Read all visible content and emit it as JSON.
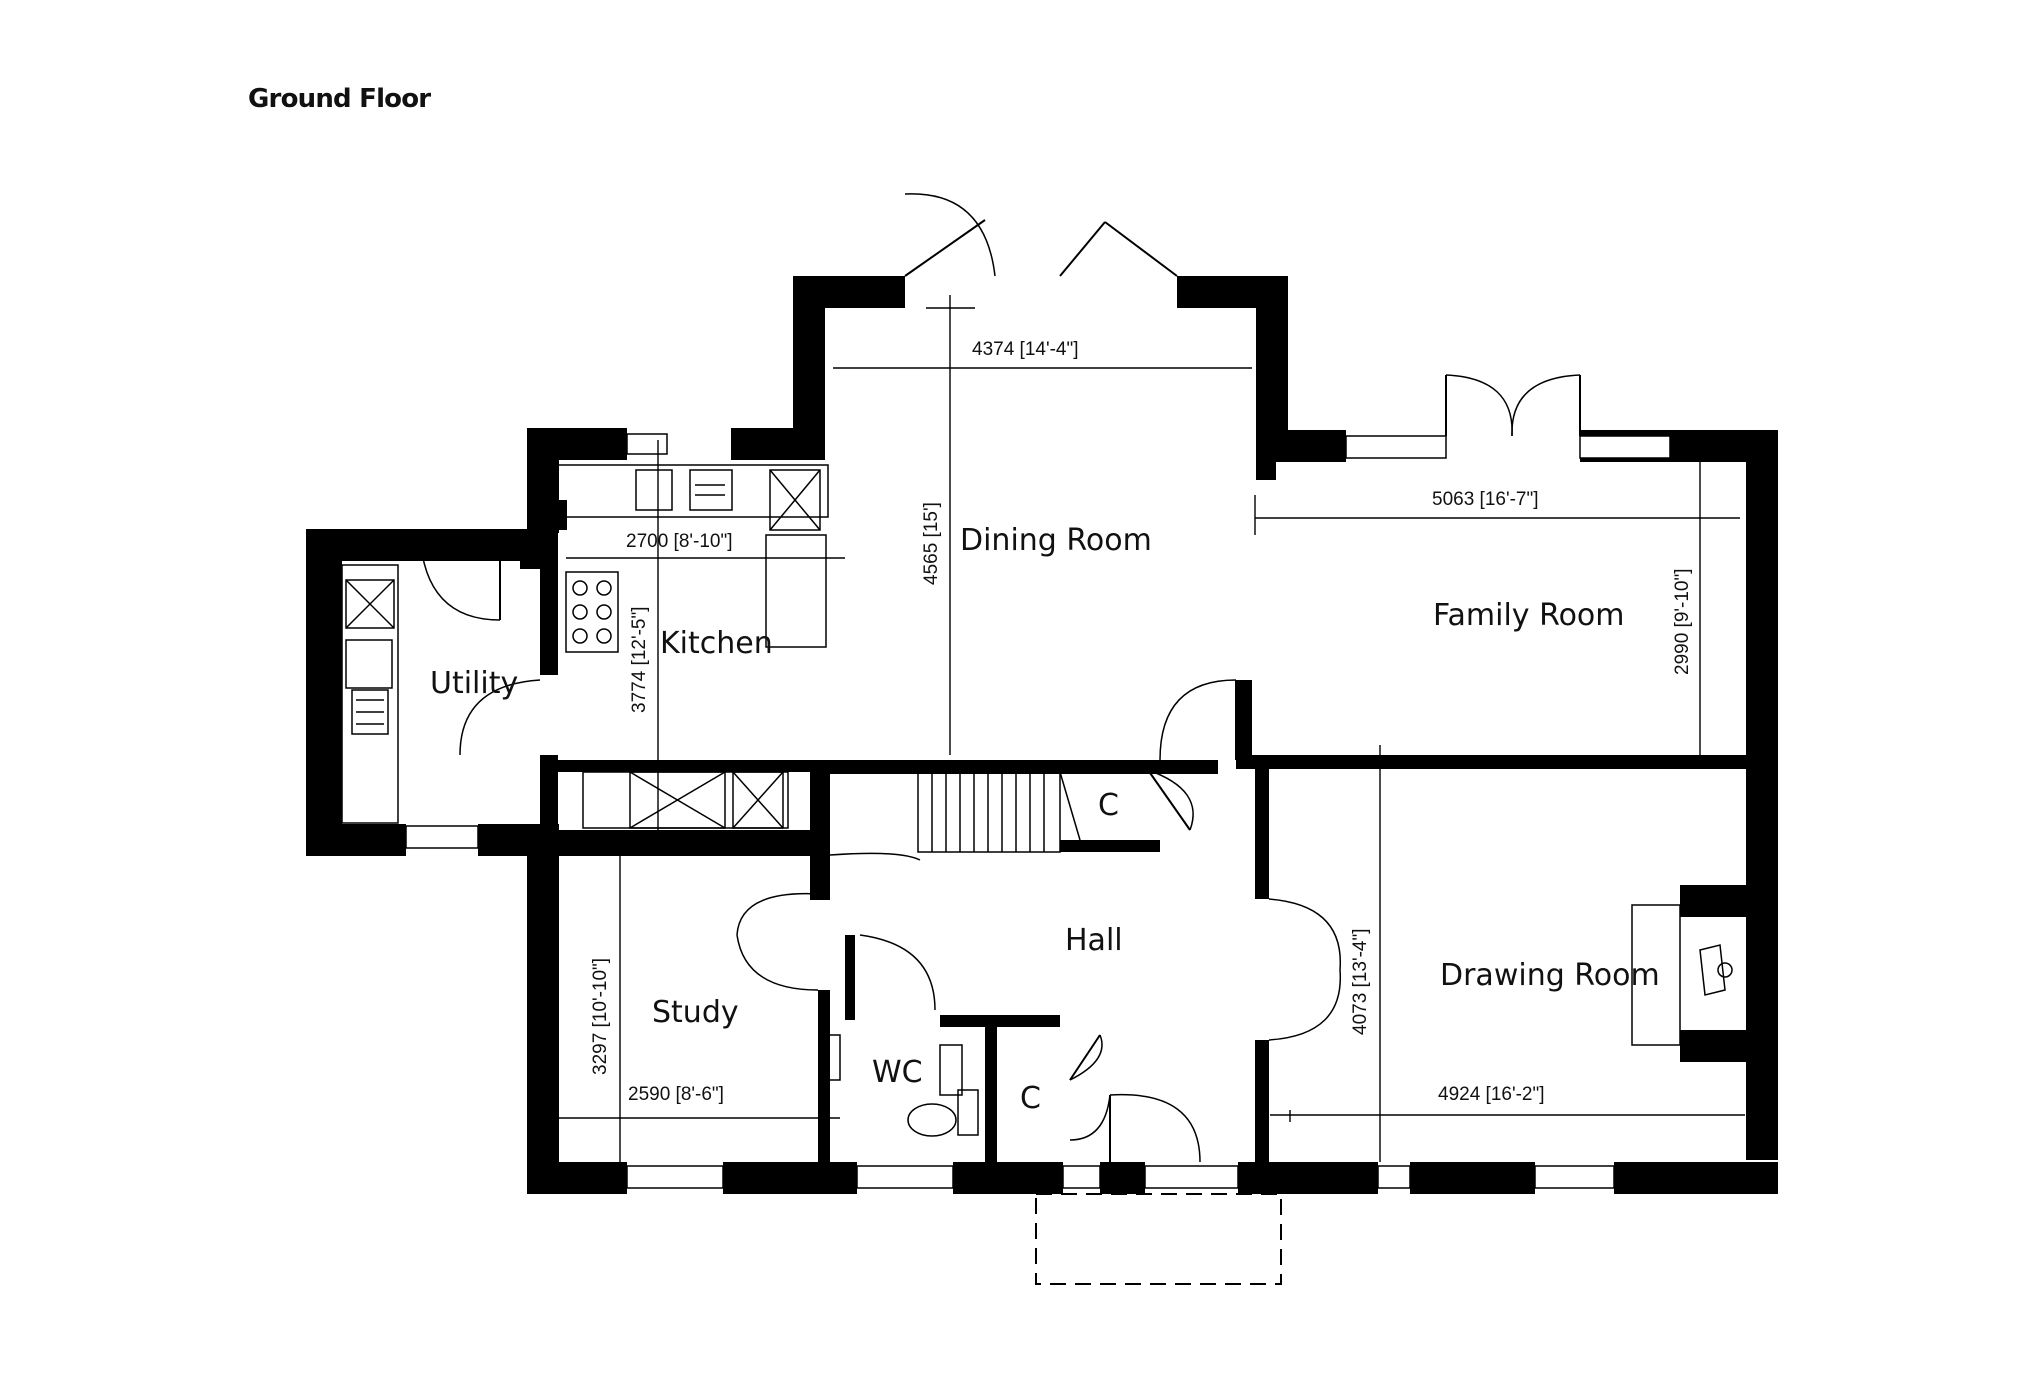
{
  "plan": {
    "title": "Ground Floor",
    "rooms": {
      "dining": "Dining Room",
      "family": "Family Room",
      "kitchen": "Kitchen",
      "utility": "Utility",
      "hall": "Hall",
      "study": "Study",
      "wc": "WC",
      "drawing": "Drawing Room",
      "cupboard": "C"
    },
    "dimensions": {
      "dining_width": "4374 [14'-4\"]",
      "dining_depth": "4565 [15']",
      "family_width": "5063 [16'-7\"]",
      "family_depth": "2990 [9'-10\"]",
      "kitchen_width": "2700 [8'-10\"]",
      "kitchen_depth": "3774 [12'-5\"]",
      "study_depth": "3297 [10'-10\"]",
      "study_width": "2590 [8'-6\"]",
      "drawing_depth": "4073 [13'-4\"]",
      "drawing_width": "4924 [16'-2\"]"
    }
  }
}
